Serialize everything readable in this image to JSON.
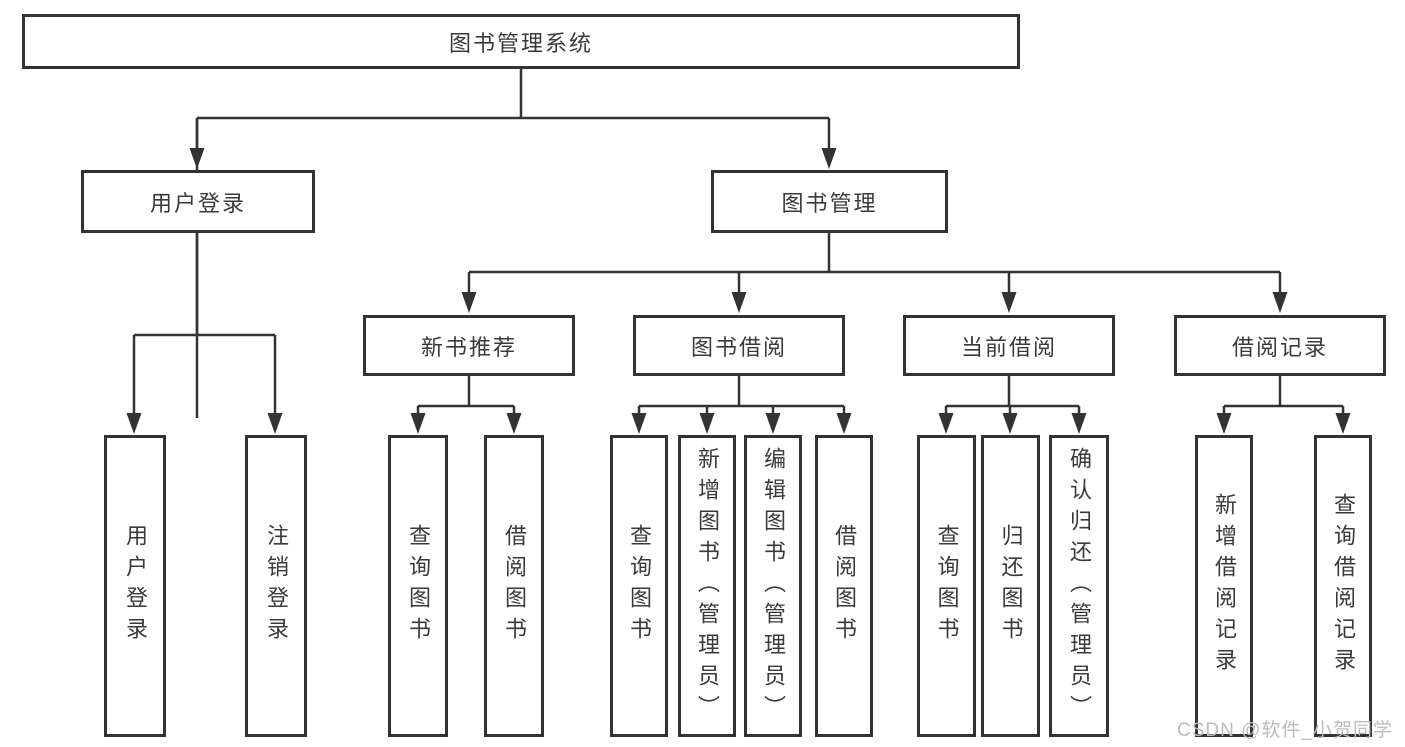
{
  "nodes": {
    "root": {
      "label": "图书管理系统"
    },
    "user_login": {
      "label": "用户登录"
    },
    "book_management": {
      "label": "图书管理"
    },
    "new_book_recommend": {
      "label": "新书推荐"
    },
    "book_borrow": {
      "label": "图书借阅"
    },
    "current_borrow": {
      "label": "当前借阅"
    },
    "borrow_records": {
      "label": "借阅记录"
    },
    "leaf_user_login": {
      "label": "用户登录"
    },
    "leaf_logout": {
      "label": "注销登录"
    },
    "leaf_nbr_query_books": {
      "label": "查询图书"
    },
    "leaf_nbr_borrow_books": {
      "label": "借阅图书"
    },
    "leaf_bb_query_books": {
      "label": "查询图书"
    },
    "leaf_bb_add_books": {
      "label": "新增图书（管理员）"
    },
    "leaf_bb_edit_books": {
      "label": "编辑图书（管理员）"
    },
    "leaf_bb_borrow_books": {
      "label": "借阅图书"
    },
    "leaf_cb_query_books": {
      "label": "查询图书"
    },
    "leaf_cb_return_books": {
      "label": "归还图书"
    },
    "leaf_cb_confirm_return": {
      "label": "确认归还（管理员）"
    },
    "leaf_br_add_record": {
      "label": "新增借阅记录"
    },
    "leaf_br_query_record": {
      "label": "查询借阅记录"
    }
  },
  "watermark": {
    "text": "CSDN @软件_小贺同学"
  },
  "colors": {
    "line": "#333333",
    "text": "#3a3a3a",
    "watermark": "#bcbcbc",
    "background": "#ffffff"
  }
}
